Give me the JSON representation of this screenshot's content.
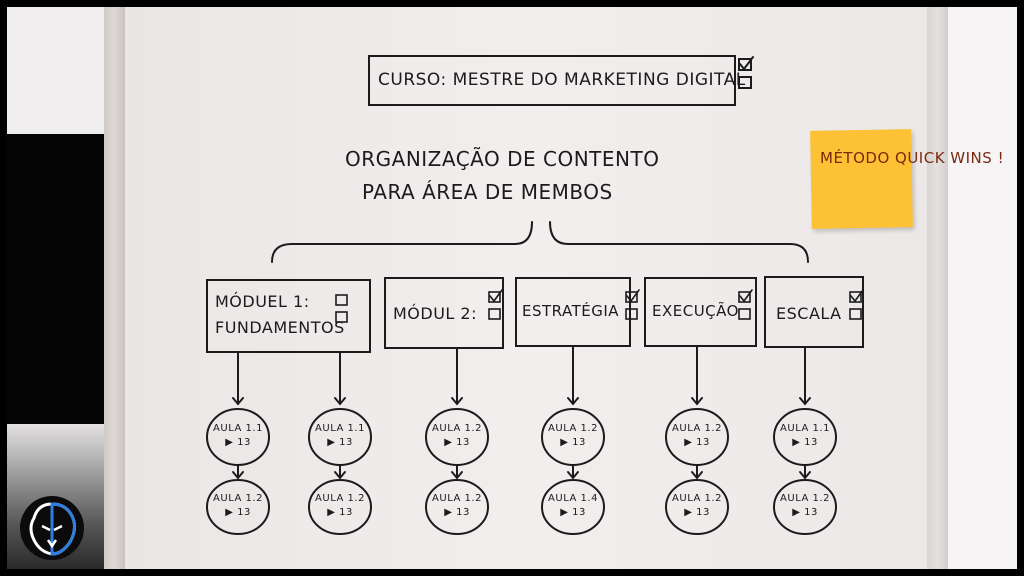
{
  "course_title": "CURSO: MESTRE DO MARKETING DIGITAL",
  "heading": {
    "line1": "ORGANIZAÇÃO DE CONTENTO",
    "line2": "PARA ÁREA DE MEMBOS"
  },
  "sticky_note": {
    "text": "MÉTODO QUICK WINS !",
    "color": "#fdc135"
  },
  "modules": [
    {
      "line1": "MÓDUEL 1:",
      "line2": "FUNDAMENTOS",
      "checked": false
    },
    {
      "line1": "MÓDUL 2:",
      "line2": "",
      "checked": true
    },
    {
      "line1": "ESTRATÉGIA",
      "line2": "",
      "checked": true
    },
    {
      "line1": "EXECUÇÃO",
      "line2": "",
      "checked": true
    },
    {
      "line1": "ESCALA",
      "line2": "",
      "checked": true
    }
  ],
  "lesson_columns": [
    {
      "top": {
        "label": "AULA 1.1",
        "count": "13"
      },
      "bottom": {
        "label": "AULA 1.2",
        "count": "13"
      }
    },
    {
      "top": {
        "label": "AULA 1.1",
        "count": "13"
      },
      "bottom": {
        "label": "AULA 1.2",
        "count": "13"
      }
    },
    {
      "top": {
        "label": "AULA 1.2",
        "count": "13"
      },
      "bottom": {
        "label": "AULA 1.2",
        "count": "13"
      }
    },
    {
      "top": {
        "label": "AULA 1.2",
        "count": "13"
      },
      "bottom": {
        "label": "AULA 1.4",
        "count": "13"
      }
    },
    {
      "top": {
        "label": "AULA 1.2",
        "count": "13"
      },
      "bottom": {
        "label": "AULA 1.2",
        "count": "13"
      }
    },
    {
      "top": {
        "label": "AULA 1.1",
        "count": "13"
      },
      "bottom": {
        "label": "AULA 1.2",
        "count": "13"
      }
    }
  ],
  "icons": {
    "play": "▶",
    "logo": "lion-logo"
  },
  "colors": {
    "ink": "#1b1b1b",
    "board": "#f0ecec",
    "logo_blue": "#2f7de1"
  }
}
